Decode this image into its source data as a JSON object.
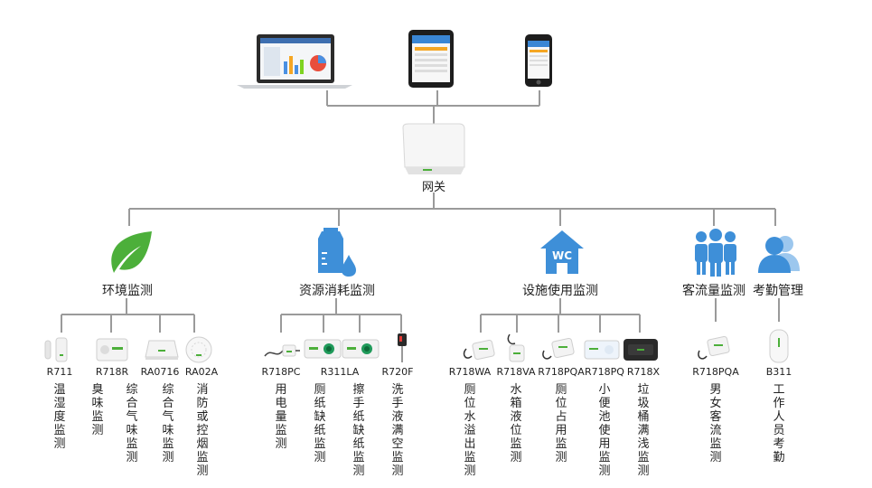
{
  "gateway": {
    "label": "网关"
  },
  "colors": {
    "green": "#4caf3a",
    "blue": "#3e8fd8",
    "line": "#9a9a9a"
  },
  "categories": [
    {
      "label": "环境监测",
      "icon": "leaf-icon",
      "devices": [
        {
          "model": "R711",
          "desc": "温湿度监测"
        },
        {
          "model": "R718R",
          "desc": "臭味监测"
        },
        {
          "model": "RA0716",
          "desc": "综合气味监测"
        },
        {
          "model": "RA02A",
          "desc": "消防或控烟监测"
        }
      ]
    },
    {
      "label": "资源消耗监测",
      "icon": "water-tank-icon",
      "devices": [
        {
          "model": "R718PC",
          "desc": "用电量监测"
        },
        {
          "model": "R311LA",
          "desc": "厕纸缺纸监测"
        },
        {
          "model": "",
          "desc": "擦手纸缺纸监测"
        },
        {
          "model": "R720F",
          "desc": "洗手液满空监测"
        }
      ]
    },
    {
      "label": "设施使用监测",
      "icon": "wc-house-icon",
      "icon_text": "WC",
      "devices": [
        {
          "model": "R718WA",
          "desc": "厕位水溢出监测"
        },
        {
          "model": "R718VA",
          "desc": "水箱液位监测"
        },
        {
          "model": "R718PQA",
          "desc": "厕位占用监测"
        },
        {
          "model": "R718PQ",
          "desc": "小便池使用监测"
        },
        {
          "model": "R718X",
          "desc": "垃圾桶满浅监测"
        }
      ]
    },
    {
      "label": "客流量监测",
      "icon": "people-group-icon",
      "devices": [
        {
          "model": "R718PQA",
          "desc": "男女客流监测"
        }
      ]
    },
    {
      "label": "考勤管理",
      "icon": "users-icon",
      "devices": [
        {
          "model": "B311",
          "desc": "工作人员考勤"
        }
      ]
    }
  ]
}
